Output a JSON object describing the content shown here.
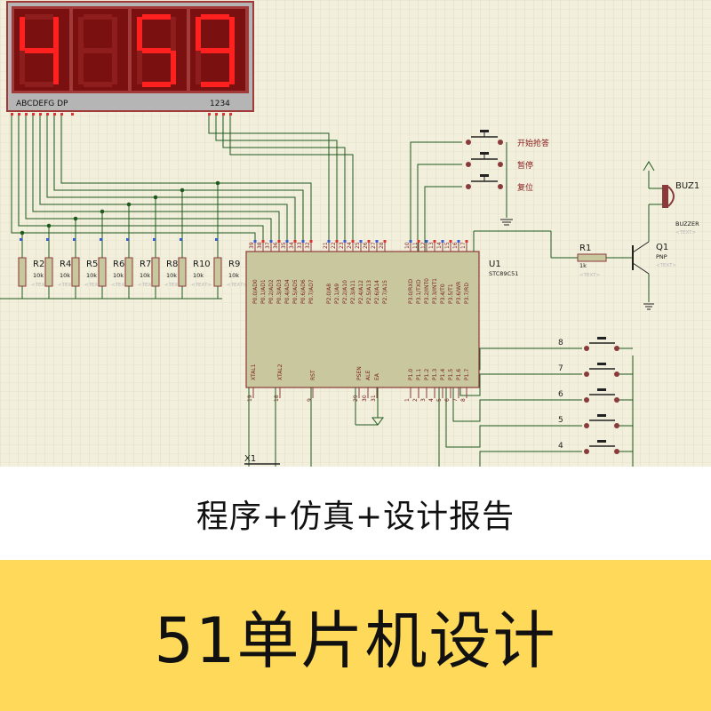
{
  "display": {
    "digits": [
      "4",
      "",
      "5",
      "9"
    ],
    "segment_label": "ABCDEFG DP",
    "digit_label": "1234",
    "segment_color": "#ff2020",
    "frame_color": "#a33a3a"
  },
  "resistors": [
    {
      "ref": "R2",
      "value": "10k"
    },
    {
      "ref": "R4",
      "value": "10k"
    },
    {
      "ref": "R5",
      "value": "10k"
    },
    {
      "ref": "R6",
      "value": "10k"
    },
    {
      "ref": "R7",
      "value": "10k"
    },
    {
      "ref": "R8",
      "value": "10k"
    },
    {
      "ref": "R10",
      "value": "10k"
    },
    {
      "ref": "R9",
      "value": "10k"
    }
  ],
  "text_placeholder": "<TEXT>",
  "mcu": {
    "ref": "U1",
    "part": "STC89C51",
    "p0_pins": [
      "P0.0/AD0",
      "P0.1/AD1",
      "P0.2/AD2",
      "P0.3/AD3",
      "P0.4/AD4",
      "P0.5/AD5",
      "P0.6/AD6",
      "P0.7/AD7"
    ],
    "p0_nums": [
      "39",
      "38",
      "37",
      "36",
      "35",
      "34",
      "33",
      "32"
    ],
    "p2_pins": [
      "P2.0/A8",
      "P2.1/A9",
      "P2.2/A10",
      "P2.3/A11",
      "P2.4/A12",
      "P2.5/A13",
      "P2.6/A14",
      "P2.7/A15"
    ],
    "p2_nums": [
      "21",
      "22",
      "23",
      "24",
      "25",
      "26",
      "27",
      "28"
    ],
    "p3_pins": [
      "P3.0/RXD",
      "P3.1/TXD",
      "P3.2/INT0",
      "P3.3/INT1",
      "P3.4/T0",
      "P3.5/T1",
      "P3.6/WR",
      "P3.7/RD"
    ],
    "p3_nums": [
      "10",
      "11",
      "12",
      "13",
      "14",
      "15",
      "16",
      "17"
    ],
    "p1_pins": [
      "P1.0",
      "P1.1",
      "P1.2",
      "P1.3",
      "P1.4",
      "P1.5",
      "P1.6",
      "P1.7"
    ],
    "p1_nums": [
      "1",
      "2",
      "3",
      "4",
      "5",
      "6",
      "7",
      "8"
    ],
    "misc_pins": [
      "XTAL1",
      "XTAL2",
      "RST",
      "PSEN",
      "ALE",
      "EA"
    ],
    "misc_nums": [
      "19",
      "18",
      "9",
      "29",
      "30",
      "31"
    ]
  },
  "buttons_top": [
    {
      "label": "开始抢答"
    },
    {
      "label": "暂停"
    },
    {
      "label": "复位"
    }
  ],
  "buttons_right": [
    "8",
    "7",
    "6",
    "5",
    "4"
  ],
  "r1": {
    "ref": "R1",
    "value": "1k"
  },
  "q1": {
    "ref": "Q1",
    "value": "PNP"
  },
  "buzzer": {
    "ref": "BUZ1",
    "value": "BUZZER"
  },
  "crystal": {
    "ref": "X1"
  },
  "subtitle": "程序+仿真+设计报告",
  "title": "51单片机设计"
}
